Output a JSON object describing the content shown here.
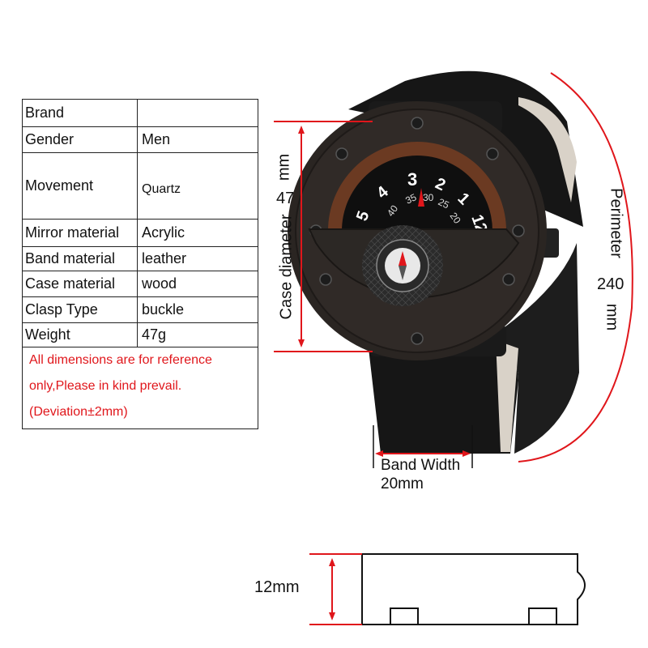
{
  "spec_table": {
    "rows": [
      {
        "label": "Brand",
        "value": ""
      },
      {
        "label": "Gender",
        "value": "Men"
      },
      {
        "label": "Movement",
        "value": "Quartz"
      },
      {
        "label": "Mirror material",
        "value": "Acrylic"
      },
      {
        "label": "Band material",
        "value": "leather"
      },
      {
        "label": "Case material",
        "value": "wood"
      },
      {
        "label": "Clasp Type",
        "value": "buckle"
      },
      {
        "label": "Weight",
        "value": "47g"
      }
    ],
    "notes": [
      "All dimensions are for reference",
      "only,Please in kind prevail.",
      "(Deviation±2mm)"
    ]
  },
  "dimensions": {
    "case_diameter_label": "Case diameter",
    "case_diameter_value": "47",
    "case_diameter_unit": "mm",
    "perimeter_label": "Perimeter",
    "perimeter_value": "240",
    "perimeter_unit": "mm",
    "band_width_label": "Band Width",
    "band_width_value": "20mm",
    "thickness_value": "12mm"
  },
  "dial": {
    "hours": [
      "5",
      "4",
      "3",
      "2",
      "1",
      "12"
    ],
    "minutes": [
      "40",
      "35",
      "30",
      "25",
      "20"
    ]
  },
  "colors": {
    "accent_red": "#e0161b",
    "wood_dark": "#2a2522",
    "wood_brown": "#6b3a22",
    "strap": "#161616"
  }
}
